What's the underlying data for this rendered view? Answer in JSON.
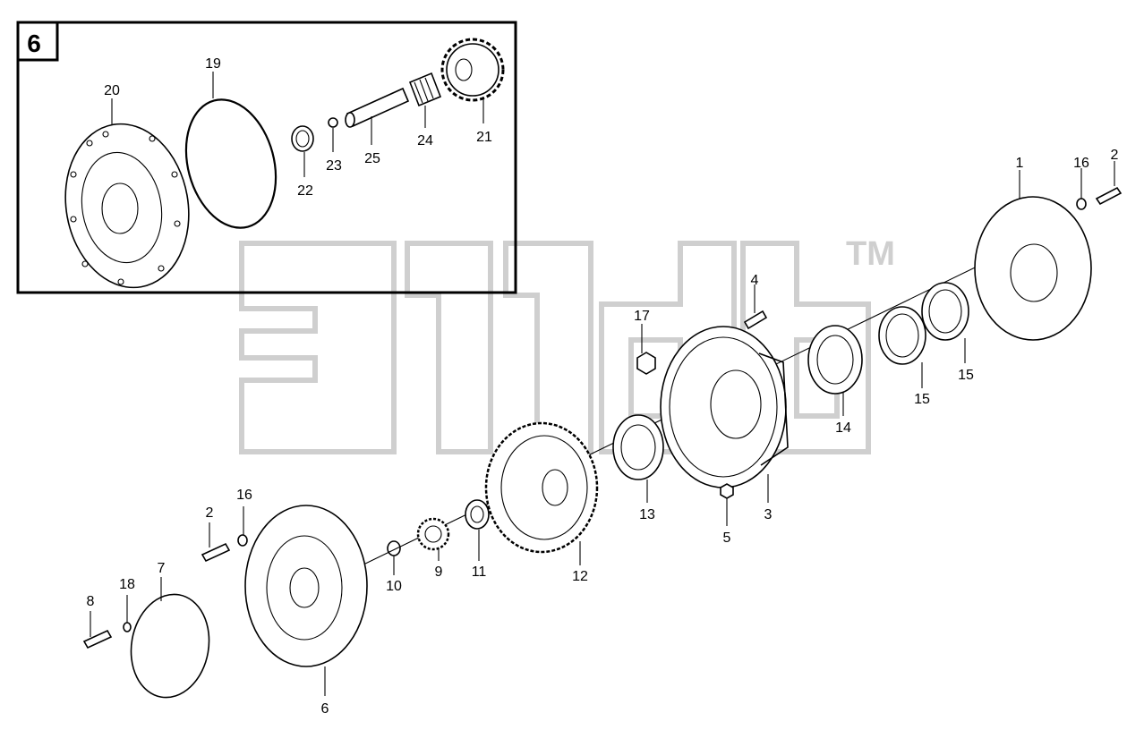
{
  "watermark": {
    "mark": "TM"
  },
  "inset": {
    "label": "6"
  },
  "callouts": {
    "c1": "1",
    "c2a": "2",
    "c2b": "2",
    "c3": "3",
    "c4": "4",
    "c5": "5",
    "c6": "6",
    "c7": "7",
    "c8": "8",
    "c9": "9",
    "c10": "10",
    "c11": "11",
    "c12": "12",
    "c13": "13",
    "c14": "14",
    "c15a": "15",
    "c15b": "15",
    "c16a": "16",
    "c16b": "16",
    "c17": "17",
    "c18": "18",
    "c19": "19",
    "c20": "20",
    "c21": "21",
    "c22": "22",
    "c23": "23",
    "c24": "24",
    "c25": "25"
  },
  "colors": {
    "line": "#000000",
    "watermark": "#cfcfcf",
    "background": "#ffffff"
  }
}
